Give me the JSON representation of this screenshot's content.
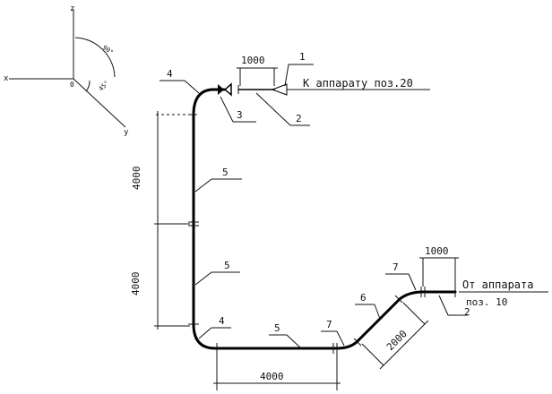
{
  "axes": {
    "x": "x",
    "y": "y",
    "z": "z",
    "origin": "0",
    "angle_xz": "90°",
    "angle_y": "45°"
  },
  "dimensions": {
    "d_top_1000": "1000",
    "d_vert_upper": "4000",
    "d_vert_lower": "4000",
    "d_bottom_4000": "4000",
    "d_diag_2000": "2000",
    "d_right_1000": "1000"
  },
  "positions": {
    "p1": "1",
    "p2_top": "2",
    "p3": "3",
    "p4_top": "4",
    "p5_upper": "5",
    "p5_lower": "5",
    "p4_bottom": "4",
    "p5_bottom": "5",
    "p7_left": "7",
    "p6": "6",
    "p7_right": "7",
    "p2_right": "2"
  },
  "notes": {
    "to_apparatus": "К аппарату поз.20",
    "from_apparatus_1": "От аппарата",
    "from_apparatus_2": "поз. 10"
  }
}
